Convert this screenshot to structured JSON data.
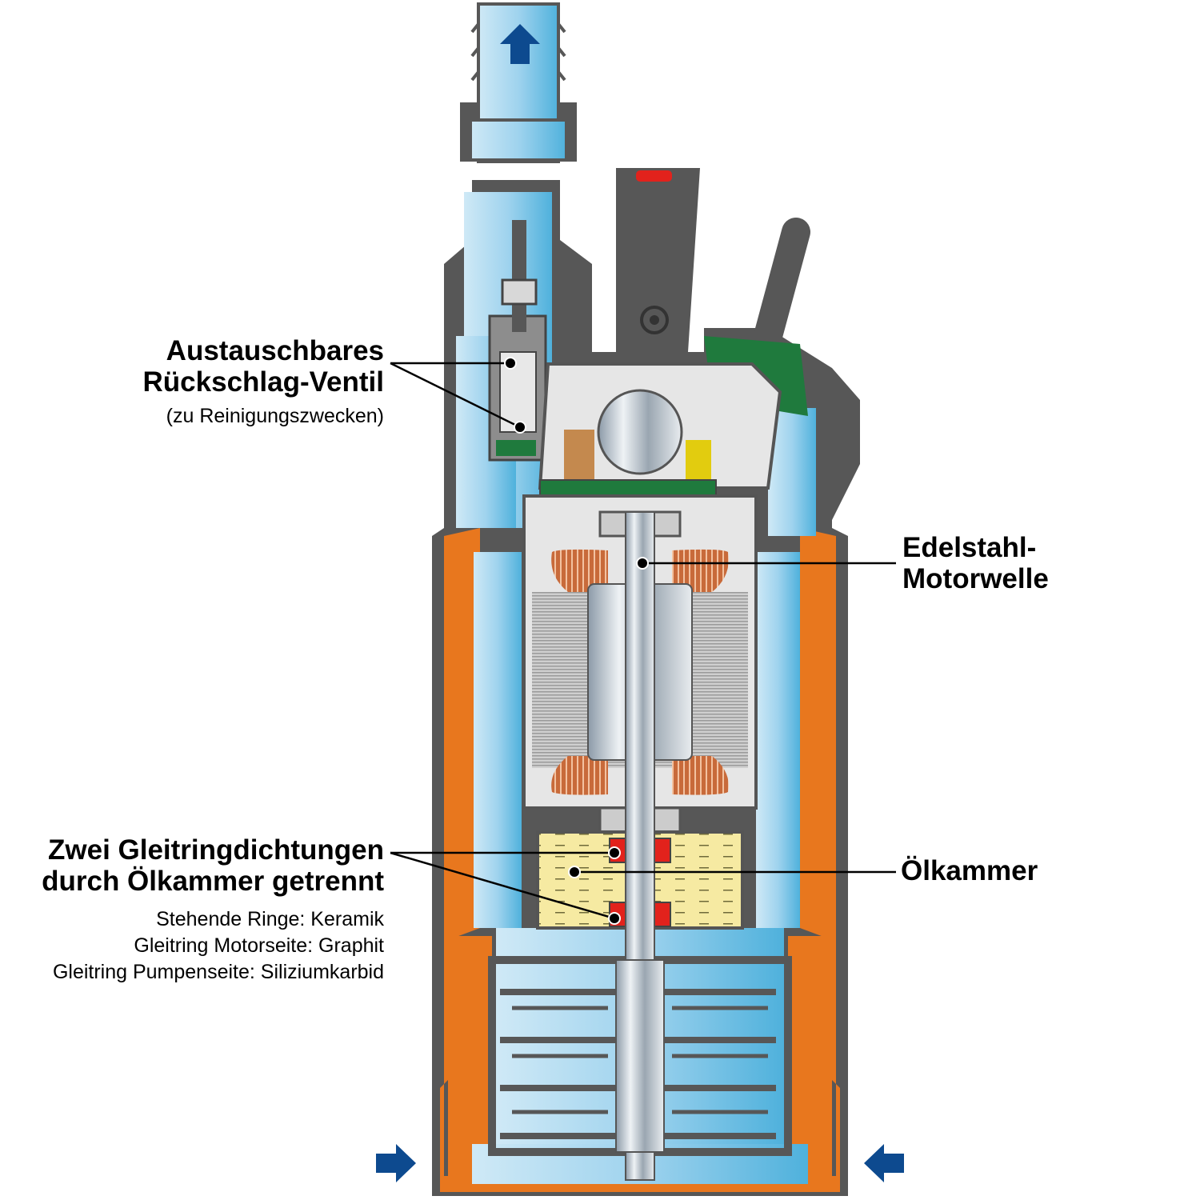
{
  "labels": {
    "valve_title_1": "Austauschbares",
    "valve_title_2": "Rückschlag-Ventil",
    "valve_sub": "(zu Reinigungszwecken)",
    "shaft_1": "Edelstahl-",
    "shaft_2": "Motorwelle",
    "seals_1": "Zwei Gleitringdichtungen",
    "seals_2": "durch Ölkammer getrennt",
    "seals_sub": [
      "Stehende Ringe: Keramik",
      "Gleitring Motorseite: Graphit",
      "Gleitring Pumpenseite: Siliziumkarbid"
    ],
    "oil": "Ölkammer"
  },
  "colors": {
    "water": "#8ecbea",
    "housing": "#575757",
    "shell": "#e8771e",
    "arrow": "#0d4a8f",
    "oil": "#f6eaa2",
    "motor": "#e6e6e6"
  }
}
